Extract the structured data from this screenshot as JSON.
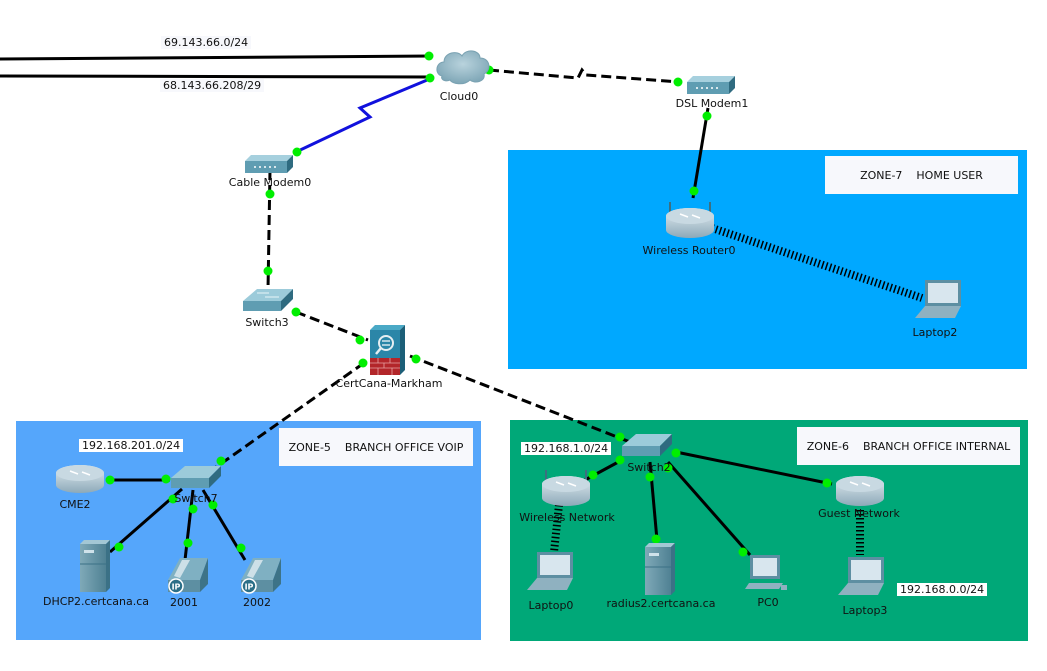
{
  "colors": {
    "zone7": "#00a8ff",
    "zone5": "#55a6fb",
    "zone6": "#00a878",
    "link_dot": "#00ee00",
    "coax": "#1111dd"
  },
  "zones": [
    {
      "id": "zone7",
      "label": "ZONE-7    HOME USER"
    },
    {
      "id": "zone5",
      "label": "ZONE-5    BRANCH OFFICE VOIP"
    },
    {
      "id": "zone6",
      "label": "ZONE-6    BRANCH OFFICE INTERNAL"
    }
  ],
  "networks": [
    "69.143.66.0/24",
    "68.143.66.208/29",
    "192.168.201.0/24",
    "192.168.1.0/24",
    "192.168.0.0/24"
  ],
  "devices": {
    "cloud0": {
      "name": "Cloud0",
      "icon": "cloud-icon"
    },
    "dsl_modem1": {
      "name": "DSL Modem1",
      "icon": "modem-icon"
    },
    "cable_modem0": {
      "name": "Cable Modem0",
      "icon": "modem-icon"
    },
    "switch3": {
      "name": "Switch3",
      "icon": "switch-icon"
    },
    "firewall": {
      "name": "CertCana-Markham",
      "icon": "firewall-icon"
    },
    "wireless_router0": {
      "name": "Wireless Router0",
      "icon": "wireless-router-icon"
    },
    "laptop2": {
      "name": "Laptop2",
      "icon": "laptop-icon"
    },
    "cme2": {
      "name": "CME2",
      "icon": "router-icon"
    },
    "switch7": {
      "name": "Switch7",
      "icon": "switch-icon"
    },
    "dhcp2": {
      "name": "DHCP2.certcana.ca",
      "icon": "server-icon"
    },
    "phone2001": {
      "name": "2001",
      "icon": "ip-phone-icon"
    },
    "phone2002": {
      "name": "2002",
      "icon": "ip-phone-icon"
    },
    "switch2": {
      "name": "Switch2",
      "icon": "switch-icon"
    },
    "wireless_network": {
      "name": "Wireless Network",
      "icon": "wireless-router-icon"
    },
    "laptop0": {
      "name": "Laptop0",
      "icon": "laptop-icon"
    },
    "radius2": {
      "name": "radius2.certcana.ca",
      "icon": "server-icon"
    },
    "pc0": {
      "name": "PC0",
      "icon": "pc-icon"
    },
    "guest_network": {
      "name": "Guest Network",
      "icon": "router-icon"
    },
    "laptop3": {
      "name": "Laptop3",
      "icon": "laptop-icon"
    }
  },
  "links": [
    {
      "from": "external",
      "to": "cloud0",
      "type": "copper",
      "network": "69.143.66.0/24"
    },
    {
      "from": "external",
      "to": "cloud0",
      "type": "copper",
      "network": "68.143.66.208/29"
    },
    {
      "from": "cloud0",
      "to": "dsl_modem1",
      "type": "serial-dashed"
    },
    {
      "from": "cloud0",
      "to": "cable_modem0",
      "type": "coaxial"
    },
    {
      "from": "dsl_modem1",
      "to": "wireless_router0",
      "type": "copper"
    },
    {
      "from": "wireless_router0",
      "to": "laptop2",
      "type": "wireless"
    },
    {
      "from": "cable_modem0",
      "to": "switch3",
      "type": "dashed"
    },
    {
      "from": "switch3",
      "to": "firewall",
      "type": "dashed"
    },
    {
      "from": "firewall",
      "to": "switch7",
      "type": "dashed"
    },
    {
      "from": "firewall",
      "to": "switch2",
      "type": "dashed"
    },
    {
      "from": "cme2",
      "to": "switch7",
      "type": "copper"
    },
    {
      "from": "switch7",
      "to": "dhcp2",
      "type": "copper"
    },
    {
      "from": "switch7",
      "to": "phone2001",
      "type": "copper"
    },
    {
      "from": "switch7",
      "to": "phone2002",
      "type": "copper"
    },
    {
      "from": "switch2",
      "to": "wireless_network",
      "type": "copper"
    },
    {
      "from": "switch2",
      "to": "radius2",
      "type": "copper"
    },
    {
      "from": "switch2",
      "to": "pc0",
      "type": "copper"
    },
    {
      "from": "switch2",
      "to": "guest_network",
      "type": "copper"
    },
    {
      "from": "wireless_network",
      "to": "laptop0",
      "type": "wireless"
    },
    {
      "from": "guest_network",
      "to": "laptop3",
      "type": "wireless"
    }
  ]
}
